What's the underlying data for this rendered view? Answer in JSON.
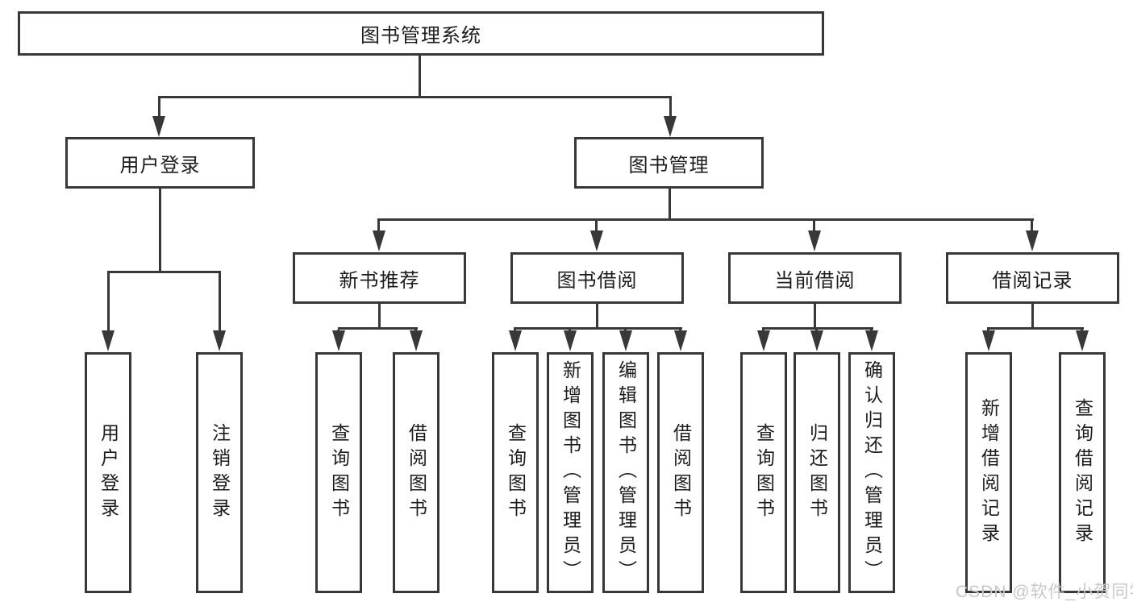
{
  "diagram": {
    "root": {
      "label": "图书管理系统"
    },
    "branches": [
      {
        "label": "用户登录",
        "children": [
          {
            "label": "用户登录"
          },
          {
            "label": "注销登录"
          }
        ]
      },
      {
        "label": "图书管理",
        "groups": [
          {
            "label": "新书推荐",
            "children": [
              {
                "label": "查询图书"
              },
              {
                "label": "借阅图书"
              }
            ]
          },
          {
            "label": "图书借阅",
            "children": [
              {
                "label": "查询图书"
              },
              {
                "label": "新增图书（管理员）"
              },
              {
                "label": "编辑图书（管理员）"
              },
              {
                "label": "借阅图书"
              }
            ]
          },
          {
            "label": "当前借阅",
            "children": [
              {
                "label": "查询图书"
              },
              {
                "label": "归还图书"
              },
              {
                "label": "确认归还（管理员）"
              }
            ]
          },
          {
            "label": "借阅记录",
            "children": [
              {
                "label": "新增借阅记录"
              },
              {
                "label": "查询借阅记录"
              }
            ]
          }
        ]
      }
    ]
  },
  "watermark": {
    "text": "CSDN @软件_小贺同学"
  },
  "colors": {
    "line": "#383838",
    "text": "#1c1c1c",
    "watermark": "#c9c7c9",
    "background": "#ffffff"
  }
}
